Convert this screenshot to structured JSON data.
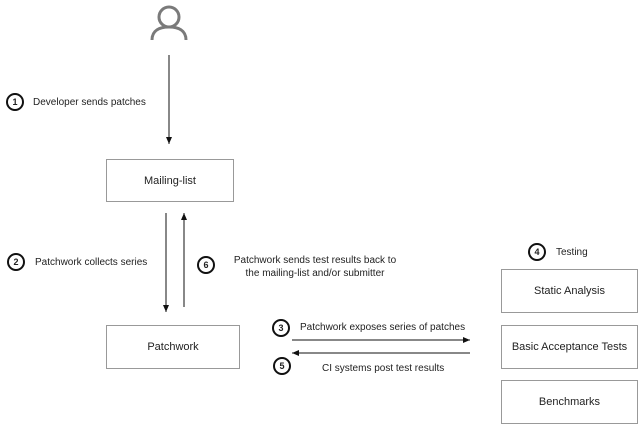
{
  "actor": {
    "icon": "user-icon"
  },
  "boxes": {
    "mailing_list": "Mailing-list",
    "patchwork": "Patchwork",
    "static_analysis": "Static Analysis",
    "basic_acceptance_tests": "Basic Acceptance Tests",
    "benchmarks": "Benchmarks"
  },
  "steps": [
    {
      "num": "1",
      "text": "Developer sends patches"
    },
    {
      "num": "2",
      "text": "Patchwork collects series"
    },
    {
      "num": "3",
      "text": "Patchwork exposes series of patches"
    },
    {
      "num": "4",
      "text": "Testing"
    },
    {
      "num": "5",
      "text": "CI systems post test results"
    },
    {
      "num": "6",
      "line1": "Patchwork sends test results back to",
      "line2": "the mailing-list and/or submitter"
    }
  ]
}
